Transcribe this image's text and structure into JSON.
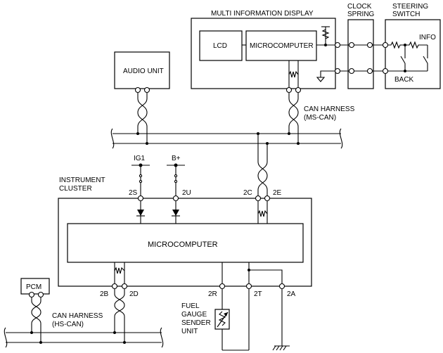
{
  "components": {
    "multi_info_display": "MULTI INFORMATION DISPLAY",
    "lcd": "LCD",
    "mid_microcomputer": "MICROCOMPUTER",
    "clock_spring_line1": "CLOCK",
    "clock_spring_line2": "SPRING",
    "steering_switch_line1": "STEERING",
    "steering_switch_line2": "SWITCH",
    "info_label": "INFO",
    "back_label": "BACK",
    "audio_unit": "AUDIO UNIT",
    "can_ms_line1": "CAN HARNESS",
    "can_ms_line2": "(MS-CAN)",
    "instrument_cluster_line1": "INSTRUMENT",
    "instrument_cluster_line2": "CLUSTER",
    "ic_microcomputer": "MICROCOMPUTER",
    "ig1": "IG1",
    "bplus": "B+",
    "pcm": "PCM",
    "can_hs_line1": "CAN HARNESS",
    "can_hs_line2": "(HS-CAN)",
    "fuel_line1": "FUEL",
    "fuel_line2": "GAUGE",
    "fuel_line3": "SENDER",
    "fuel_line4": "UNIT"
  },
  "terminals": {
    "t2S": "2S",
    "t2U": "2U",
    "t2C": "2C",
    "t2E": "2E",
    "t2B": "2B",
    "t2D": "2D",
    "t2R": "2R",
    "t2T": "2T",
    "t2A": "2A"
  }
}
